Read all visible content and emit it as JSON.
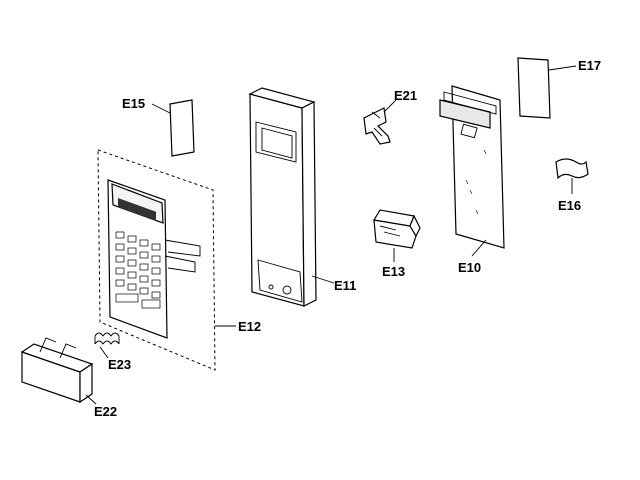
{
  "parts": {
    "e10": "E10",
    "e11": "E11",
    "e12": "E12",
    "e13": "E13",
    "e15": "E15",
    "e16": "E16",
    "e17": "E17",
    "e21": "E21",
    "e22": "E22",
    "e23": "E23"
  }
}
